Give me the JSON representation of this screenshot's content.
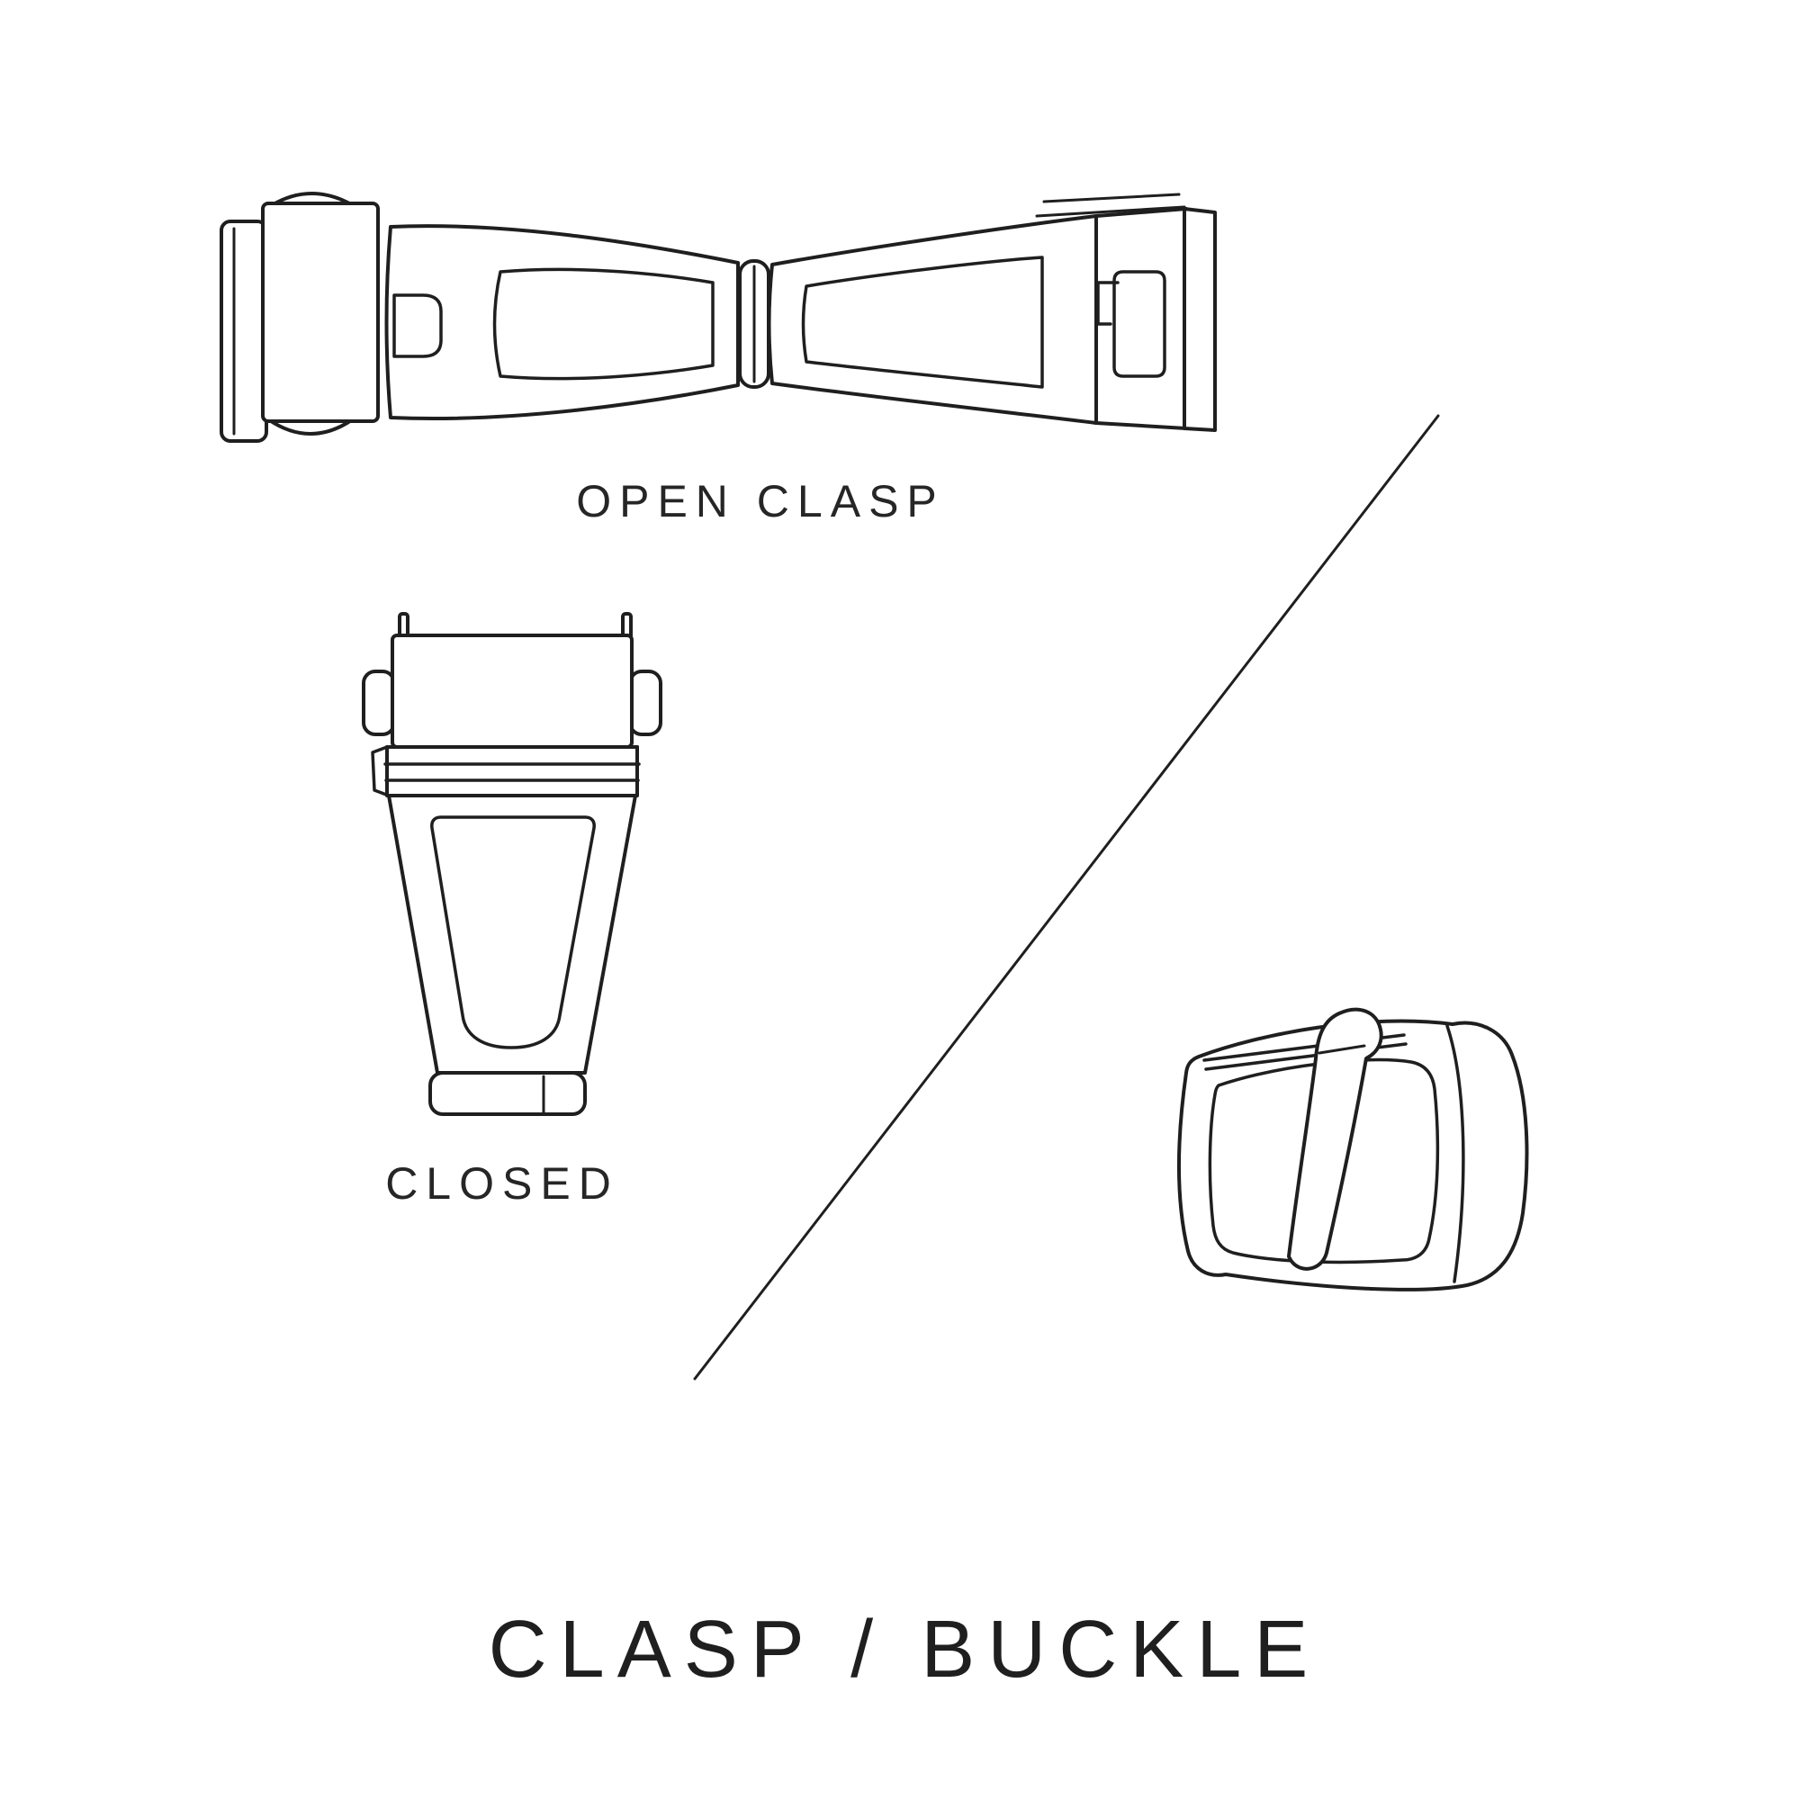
{
  "page": {
    "background_color": "#ffffff",
    "line_color": "#1f1f1f",
    "text_color": "#262626"
  },
  "labels": {
    "open_clasp": "OPEN CLASP",
    "closed": "CLOSED",
    "title": "CLASP / BUCKLE"
  },
  "icons": {
    "open_clasp_illustration": "open-deployment-clasp-line-drawing",
    "closed_clasp_illustration": "closed-clasp-line-drawing",
    "buckle_illustration": "pin-buckle-line-drawing",
    "divider": "diagonal-divider-line"
  }
}
